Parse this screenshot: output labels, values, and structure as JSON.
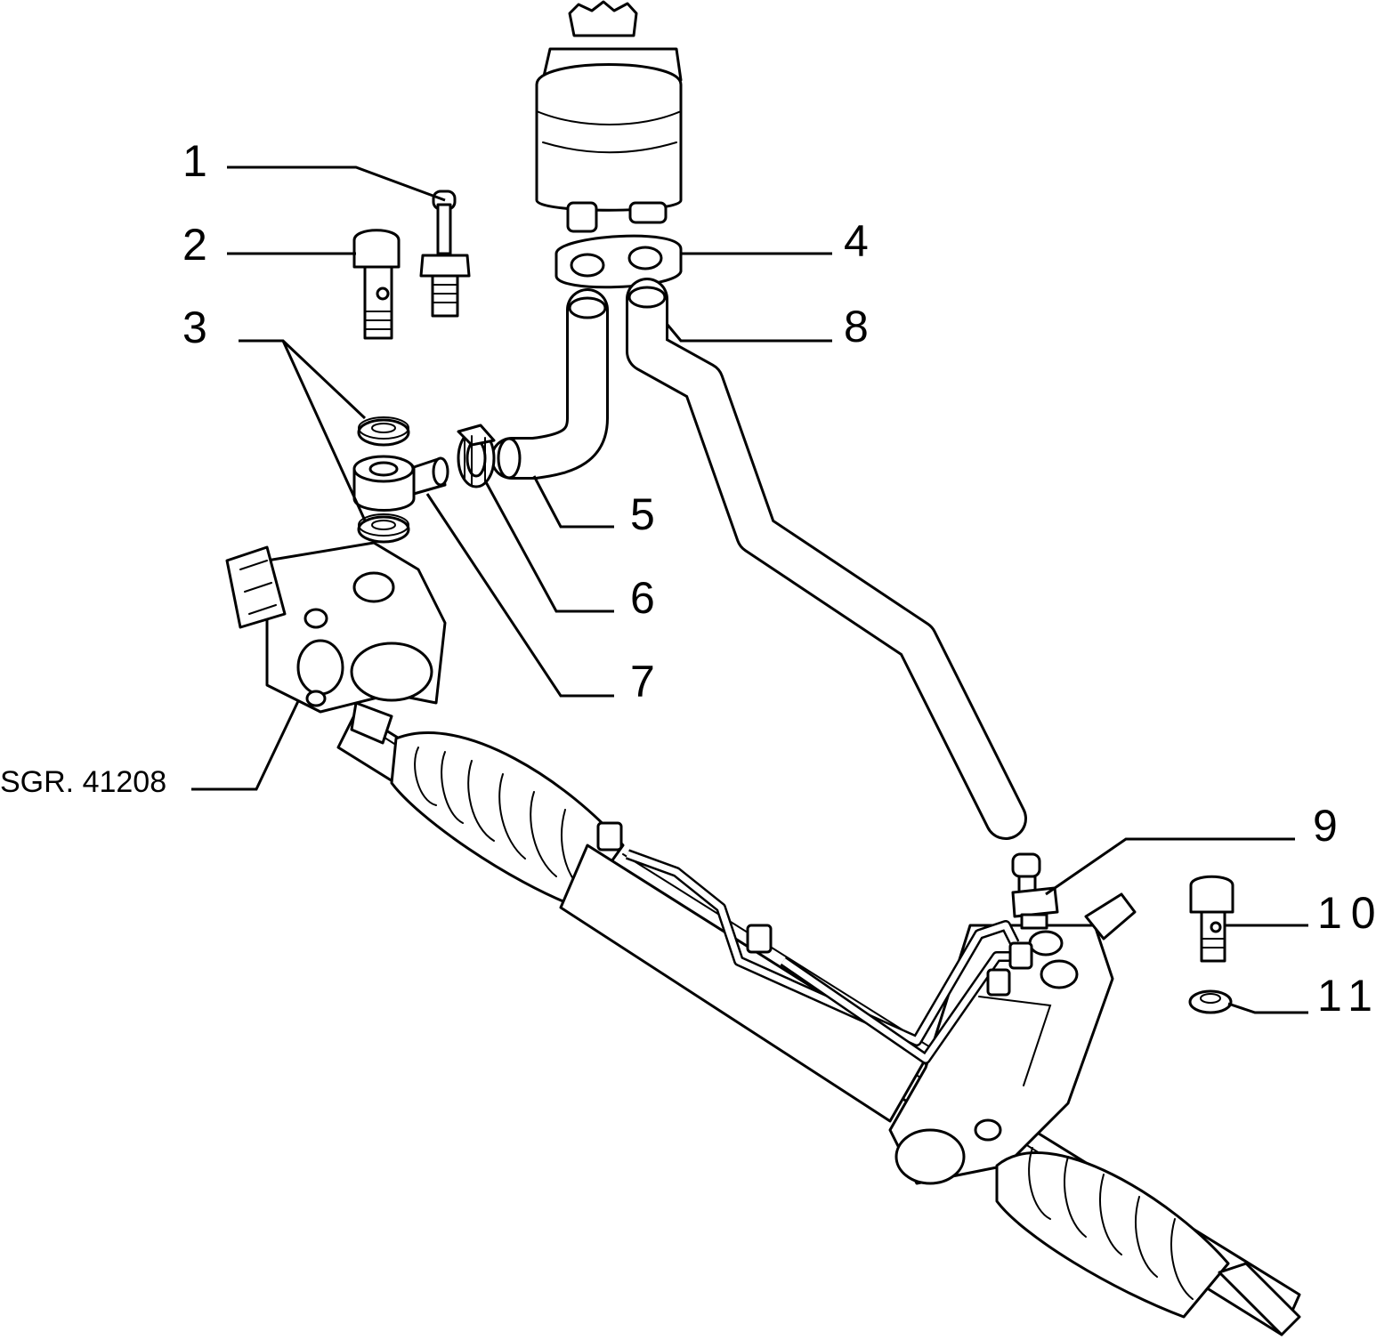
{
  "diagram": {
    "callouts": [
      "1",
      "2",
      "3",
      "4",
      "5",
      "6",
      "7",
      "8",
      "9",
      "10",
      "11"
    ],
    "reference_label": "SGR. 41208"
  }
}
